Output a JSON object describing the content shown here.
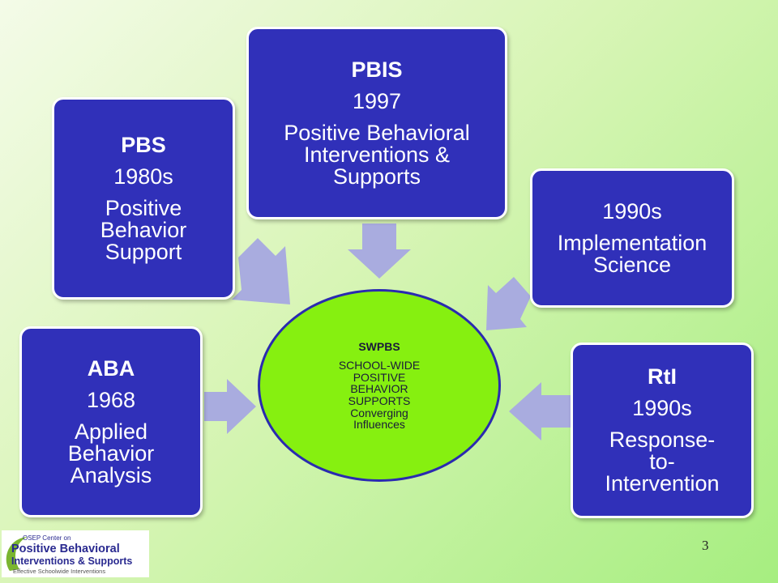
{
  "diagram": {
    "center": {
      "title": "SWPBS",
      "lines": [
        "SCHOOL-WIDE",
        "POSITIVE",
        "BEHAVIOR",
        "SUPPORTS",
        "Converging",
        "Influences"
      ]
    },
    "boxes": {
      "pbs": {
        "label": "PBS",
        "year": "1980s",
        "desc_lines": [
          "Positive",
          "Behavior",
          "Support"
        ]
      },
      "pbis": {
        "label": "PBIS",
        "year": "1997",
        "desc_lines": [
          "Positive Behavioral",
          "Interventions &",
          "Supports"
        ]
      },
      "impl": {
        "year": "1990s",
        "desc_lines": [
          "Implementation",
          "Science"
        ]
      },
      "aba": {
        "label": "ABA",
        "year": "1968",
        "desc_lines": [
          "Applied",
          "Behavior",
          "Analysis"
        ]
      },
      "rti": {
        "label": "RtI",
        "year": "1990s",
        "desc_lines": [
          "Response-",
          "to-",
          "Intervention"
        ]
      }
    },
    "colors": {
      "box_fill": "#3030b9",
      "center_fill": "#86f010",
      "arrow_fill": "#a9acdf"
    }
  },
  "logo": {
    "line1": "OSEP Center on",
    "line2": "Positive Behavioral",
    "line3": "Interventions & Supports",
    "line4": "Effective Schoolwide Interventions"
  },
  "page_number": "3"
}
